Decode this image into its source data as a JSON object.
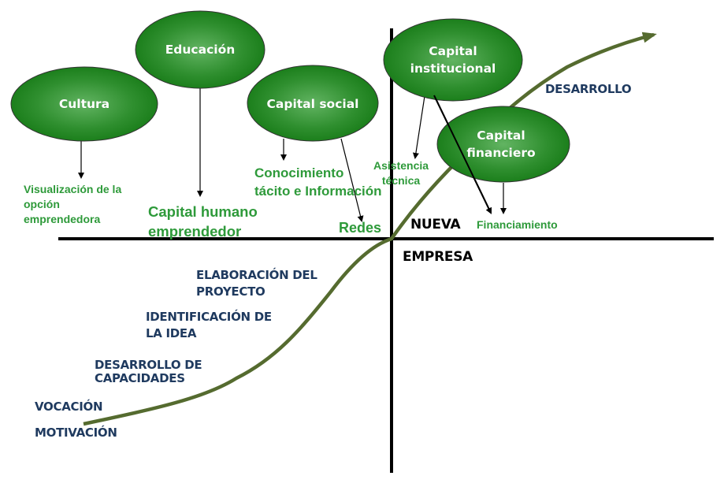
{
  "colors": {
    "node_fill_center": "#5fb25f",
    "node_fill_edge": "#1a7d1a",
    "node_text": "#ffffff",
    "outcome_text": "#2e9a3a",
    "stage_text": "#1f3a5f",
    "curve": "#556b2f",
    "axis": "#000000"
  },
  "nodes": [
    {
      "id": "cultura",
      "label": "Cultura"
    },
    {
      "id": "educacion",
      "label": "Educación"
    },
    {
      "id": "capital-social",
      "label": "Capital social"
    },
    {
      "id": "capital-institucional",
      "label": "Capital\ninstitucional"
    },
    {
      "id": "capital-financiero",
      "label": "Capital\nfinanciero"
    }
  ],
  "outcomes": [
    {
      "id": "visualizacion",
      "label": "Visualización de la\nopción\nemprendedora"
    },
    {
      "id": "capital-humano",
      "label": "Capital humano\n emprendedor"
    },
    {
      "id": "conocimiento",
      "label": "Conocimiento\ntácito e Información"
    },
    {
      "id": "redes",
      "label": "Redes"
    },
    {
      "id": "asistencia",
      "label": "Asistencia\ntécnica"
    },
    {
      "id": "financiamiento",
      "label": "Financiamiento"
    }
  ],
  "stages": [
    {
      "id": "motivacion",
      "label": "MOTIVACIÓN"
    },
    {
      "id": "vocacion",
      "label": "VOCACIÓN"
    },
    {
      "id": "desarrollo-capacidades",
      "label": "DESARROLLO DE\n   CAPACIDADES"
    },
    {
      "id": "identificacion",
      "label": "IDENTIFICACIÓN DE\n          LA IDEA"
    },
    {
      "id": "elaboracion",
      "label": "ELABORACIÓN DEL\n       PROYECTO"
    },
    {
      "id": "desarrollo",
      "label": "DESARROLLO"
    }
  ],
  "axis_labels": {
    "nueva": "NUEVA",
    "empresa": "EMPRESA"
  }
}
